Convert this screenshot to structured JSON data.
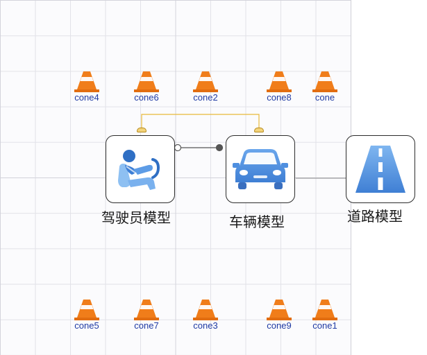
{
  "cones": [
    {
      "id": "cone4",
      "label": "cone4"
    },
    {
      "id": "cone6",
      "label": "cone6"
    },
    {
      "id": "cone2",
      "label": "cone2"
    },
    {
      "id": "cone8",
      "label": "cone8"
    },
    {
      "id": "cone",
      "label": "cone"
    },
    {
      "id": "cone5",
      "label": "cone5"
    },
    {
      "id": "cone7",
      "label": "cone7"
    },
    {
      "id": "cone3",
      "label": "cone3"
    },
    {
      "id": "cone9",
      "label": "cone9"
    },
    {
      "id": "cone1",
      "label": "cone1"
    }
  ],
  "blocks": {
    "driver": {
      "label": "驾驶员模型",
      "icon": "driver-seat-icon"
    },
    "vehicle": {
      "label": "车辆模型",
      "icon": "car-icon"
    },
    "road": {
      "label": "道路模型",
      "icon": "road-icon"
    }
  },
  "colors": {
    "cone_orange": "#f07d1a",
    "cone_stripe": "#ffffff",
    "icon_blue": "#4e8fe0",
    "bus_wire": "#e8b93a",
    "signal_wire": "#555555",
    "cone_label": "#1f3aa3"
  }
}
